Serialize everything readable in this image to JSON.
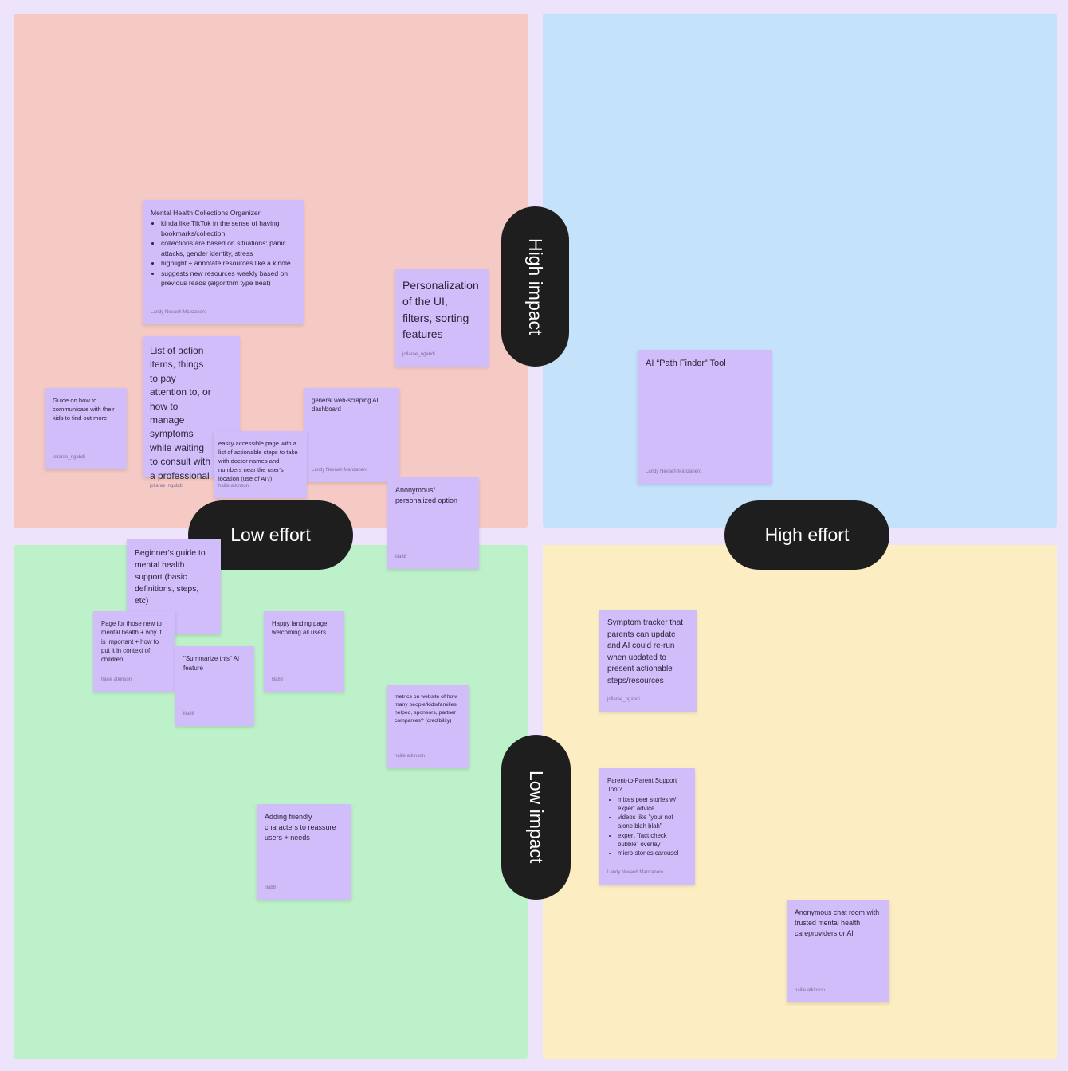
{
  "colors": {
    "background": "#ede3fb",
    "high_impact_low_effort": "#f6cac4",
    "high_impact_high_effort": "#c5e2fb",
    "low_impact_low_effort": "#bdf1c9",
    "low_impact_high_effort": "#fcedc2",
    "sticky": "#d0bdfa",
    "label": "#1e1e1e"
  },
  "labels": {
    "high_impact": "High impact",
    "low_effort": "Low effort",
    "high_effort": "High effort",
    "low_impact": "Low impact"
  },
  "notes": [
    {
      "title": "Mental Health Collections Organizer",
      "bullets": [
        "kinda like TikTok in the sense of having bookmarks/collection",
        "collections are based on situations: panic attacks, gender identity, stress",
        "highlight + annotate resources like a kindle",
        "suggests new resources weekly based on previous reads (algorithm type beat)"
      ],
      "author": "Landy Nevaeh Manzanero"
    },
    {
      "title": "Personalization of the UI, filters, sorting features",
      "author": "jollarae_ngabdi"
    },
    {
      "title": "List of action items, things to pay attention to, or how to manage symptoms while waiting to consult with a professional",
      "author": "jollarae_ngabdi"
    },
    {
      "title": "Guide on how to communicate with their kids to find out more",
      "author": "jollarae_ngabdi"
    },
    {
      "title": "general web-scraping AI dashboard",
      "author": "Landy Nevaeh Manzanero"
    },
    {
      "title": "easily accessible page with a list of actionable steps to take with doctor names and numbers near the user's location (use of AI?)",
      "author": "hailie atkinson"
    },
    {
      "title": "Anonymous/ personalized option",
      "author": "lila88"
    },
    {
      "title": "AI “Path Finder” Tool",
      "author": "Landy Nevaeh Manzanero"
    },
    {
      "title": "Beginner's guide to mental health support (basic definitions, steps, etc)",
      "author": ""
    },
    {
      "title": "Page for those new to mental health + why it is important + how to put it in context of children",
      "author": "hailie atkinson"
    },
    {
      "title": "\"Summarize this\" AI feature",
      "author": "lila88"
    },
    {
      "title": "Happy landing page welcoming all users",
      "author": "lila88"
    },
    {
      "title": "metrics on website of how many people/kids/families helped, sponsors, partner companies? (credibility)",
      "author": "hailie atkinson"
    },
    {
      "title": "Adding friendly characters to reassure users + needs",
      "author": "lila88"
    },
    {
      "title": "Symptom tracker that parents can update and AI could re-run when updated to present actionable steps/resources",
      "author": "jollarae_ngabdi"
    },
    {
      "title": "Parent-to-Parent Support Tool?",
      "bullets": [
        "mixes peer stories w/ expert advice",
        "videos like \"your not alone blah blah\"",
        "expert \"fact check bubble\" overlay",
        "micro-stories carousel"
      ],
      "author": "Landy Nevaeh Manzanero"
    },
    {
      "title": "Anonymous chat room with trusted mental health careproviders or AI",
      "author": "hailie atkinson"
    }
  ]
}
